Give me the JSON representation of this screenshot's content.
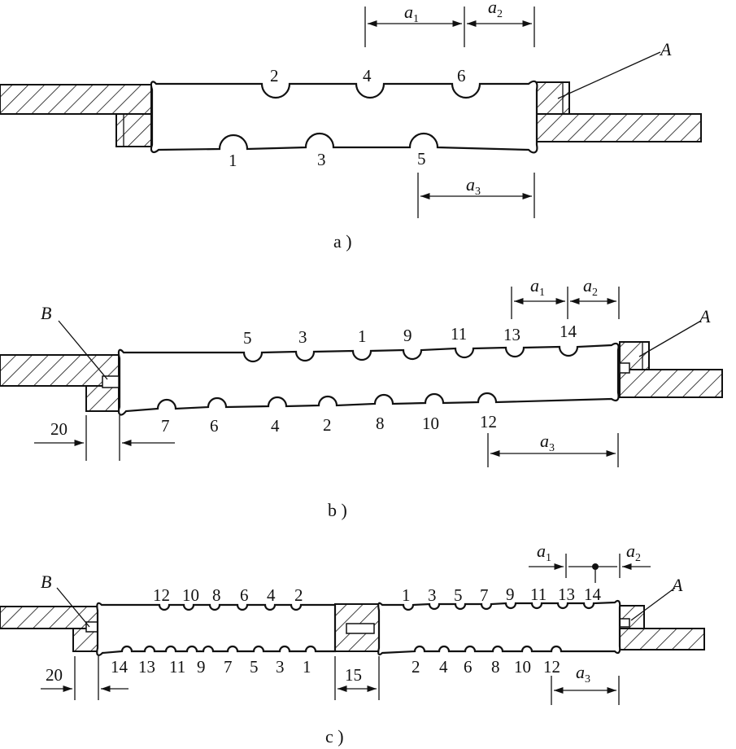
{
  "panels": {
    "a": {
      "caption": "a )",
      "top_labels": [
        "2",
        "4",
        "6"
      ],
      "bottom_labels": [
        "1",
        "3",
        "5"
      ],
      "dims": {
        "a1": "a",
        "a2": "a",
        "a3": "a",
        "s1": "1",
        "s2": "2",
        "s3": "3"
      },
      "A": "A"
    },
    "b": {
      "caption": "b )",
      "top_labels": [
        "5",
        "3",
        "1",
        "9",
        "11",
        "13",
        "14"
      ],
      "bottom_labels": [
        "7",
        "6",
        "4",
        "2",
        "8",
        "10",
        "12"
      ],
      "dims": {
        "a1": "a",
        "a2": "a",
        "a3": "a",
        "s1": "1",
        "s2": "2",
        "s3": "3",
        "gap": "20"
      },
      "A": "A",
      "B": "B"
    },
    "c": {
      "caption": "c )",
      "left_top_labels": [
        "12",
        "10",
        "8",
        "6",
        "4",
        "2"
      ],
      "left_bottom_labels": [
        "14",
        "13",
        "11",
        "9",
        "7",
        "5",
        "3",
        "1"
      ],
      "right_top_labels": [
        "1",
        "3",
        "5",
        "7",
        "9",
        "11",
        "13",
        "14"
      ],
      "right_bottom_labels": [
        "2",
        "4",
        "6",
        "8",
        "10",
        "12"
      ],
      "dims": {
        "a1": "a",
        "a2": "a",
        "a3": "a",
        "s1": "1",
        "s2": "2",
        "s3": "3",
        "gap": "20",
        "mid_gap": "15"
      },
      "A": "A",
      "B": "B"
    }
  }
}
